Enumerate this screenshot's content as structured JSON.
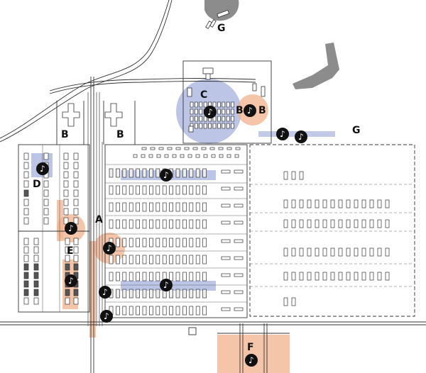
{
  "map": {
    "labels": {
      "a": "A",
      "b_left": "B",
      "b_mid": "B",
      "b_right_1": "B",
      "b_right_2": "B",
      "c": "C",
      "d": "D",
      "e": "E",
      "f": "F",
      "g_top": "G",
      "g_right": "G"
    },
    "marker_icon": "music-note-icon",
    "marker_glyph": "♪",
    "colors": {
      "zone_blue": "#8f9fd6",
      "zone_orange": "#f2b28c",
      "marker_fill": "#111111",
      "ink": "#222222"
    }
  }
}
